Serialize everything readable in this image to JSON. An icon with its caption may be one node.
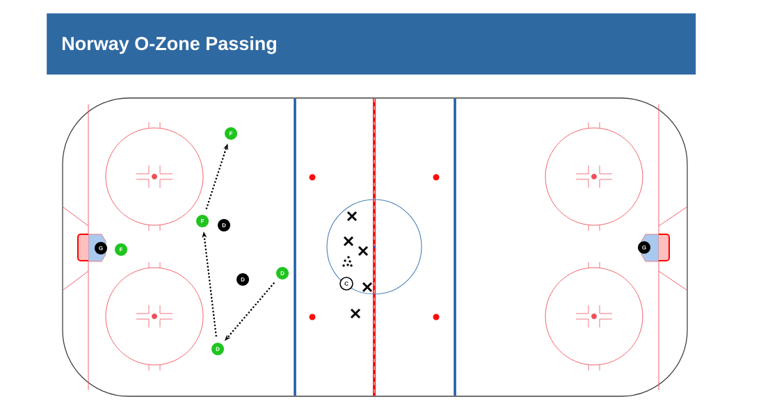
{
  "diagram": {
    "title": "Norway O-Zone Passing",
    "nodes": [
      {
        "text": [
          "G"
        ]
      },
      {
        "text": [
          "F"
        ]
      },
      {
        "text": [
          "F"
        ]
      },
      {
        "text": [
          "F"
        ]
      },
      {
        "text": [
          "D"
        ]
      },
      {
        "text": [
          "D"
        ]
      },
      {
        "text": [
          "D"
        ]
      },
      {
        "text": [
          "D"
        ]
      },
      {
        "text": [
          "G"
        ]
      },
      {
        "text": [
          "C"
        ]
      }
    ],
    "edges": [
      {
        "from": 6,
        "to": 7,
        "arrow": "to"
      },
      {
        "from": 7,
        "to": 3,
        "arrow": "to"
      },
      {
        "from": 3,
        "to": 2,
        "arrow": "to"
      }
    ]
  }
}
